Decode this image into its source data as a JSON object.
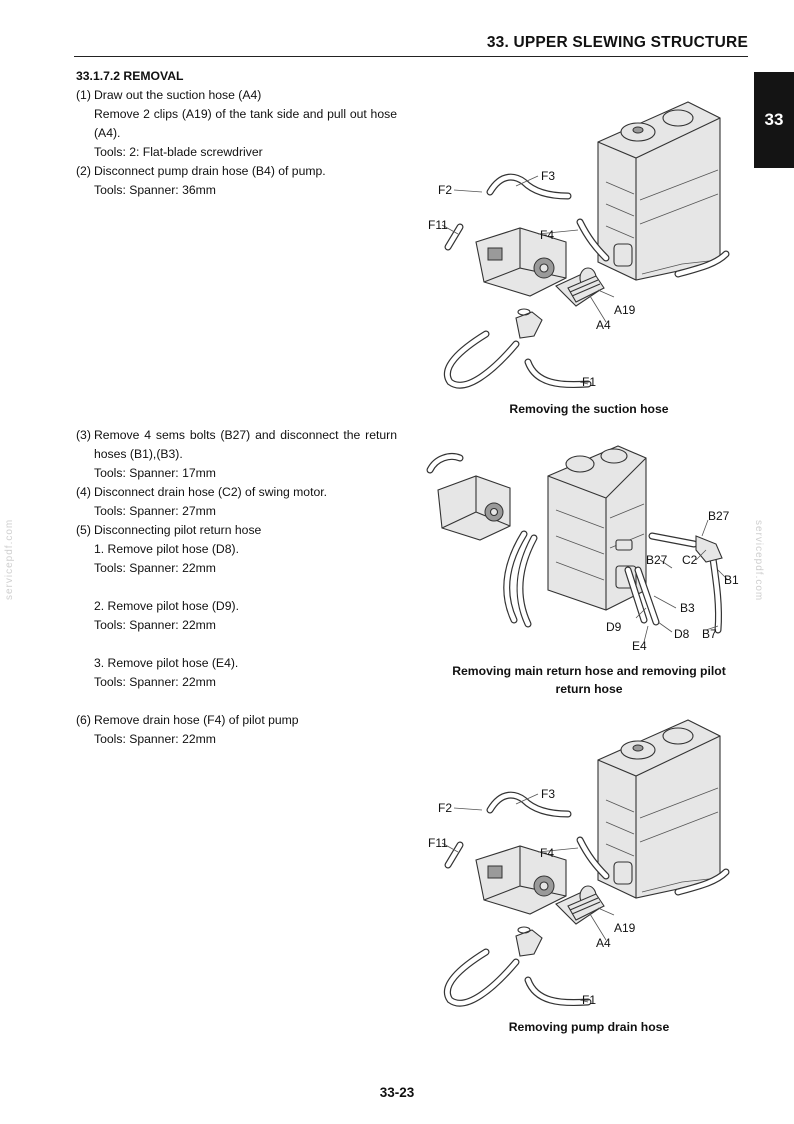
{
  "header": {
    "title": "33. UPPER SLEWING STRUCTURE",
    "chapter_tab": "33"
  },
  "watermark": "servicepdf.com",
  "section": {
    "heading": "33.1.7.2 REMOVAL",
    "steps_group1": [
      {
        "num": "(1)",
        "lines": [
          "Draw out the suction hose (A4)",
          "Remove 2 clips (A19) of the tank side and pull out hose (A4).",
          "Tools: 2: Flat-blade screwdriver"
        ]
      },
      {
        "num": "(2)",
        "lines": [
          "Disconnect pump drain hose (B4) of pump.",
          "Tools: Spanner: 36mm"
        ]
      }
    ],
    "steps_group2": [
      {
        "num": "(3)",
        "lines": [
          "Remove 4 sems bolts (B27) and disconnect the return hoses (B1),(B3).",
          "Tools: Spanner: 17mm"
        ]
      },
      {
        "num": "(4)",
        "lines": [
          "Disconnect drain hose (C2) of swing motor.",
          "Tools: Spanner: 27mm"
        ]
      },
      {
        "num": "(5)",
        "lines": [
          "Disconnecting pilot return hose"
        ]
      }
    ],
    "substeps": [
      {
        "text": "1. Remove pilot hose (D8).",
        "tool": "Tools: Spanner: 22mm"
      },
      {
        "text": "2. Remove pilot hose (D9).",
        "tool": "Tools: Spanner: 22mm"
      },
      {
        "text": "3. Remove pilot hose (E4).",
        "tool": "Tools: Spanner: 22mm"
      }
    ],
    "steps_group3": [
      {
        "num": "(6)",
        "lines": [
          "Remove drain hose (F4) of pilot pump",
          "Tools: Spanner: 22mm"
        ]
      }
    ]
  },
  "figures": [
    {
      "caption": "Removing the suction hose",
      "labels": {
        "f3": "F3",
        "f2": "F2",
        "f11": "F11",
        "f4": "F4",
        "a19": "A19",
        "a4": "A4",
        "f1": "F1"
      }
    },
    {
      "caption_line1": "Removing main return hose and removing pilot",
      "caption_line2": "return hose",
      "labels": {
        "b27a": "B27",
        "b27b": "B27",
        "c2": "C2",
        "b1": "B1",
        "b3": "B3",
        "d9": "D9",
        "d8": "D8",
        "b7": "B7",
        "e4": "E4"
      }
    },
    {
      "caption": "Removing pump drain hose",
      "labels": {
        "f3": "F3",
        "f2": "F2",
        "f11": "F11",
        "f4": "F4",
        "a19": "A19",
        "a4": "A4",
        "f1": "F1"
      }
    }
  ],
  "page_number": "33-23"
}
